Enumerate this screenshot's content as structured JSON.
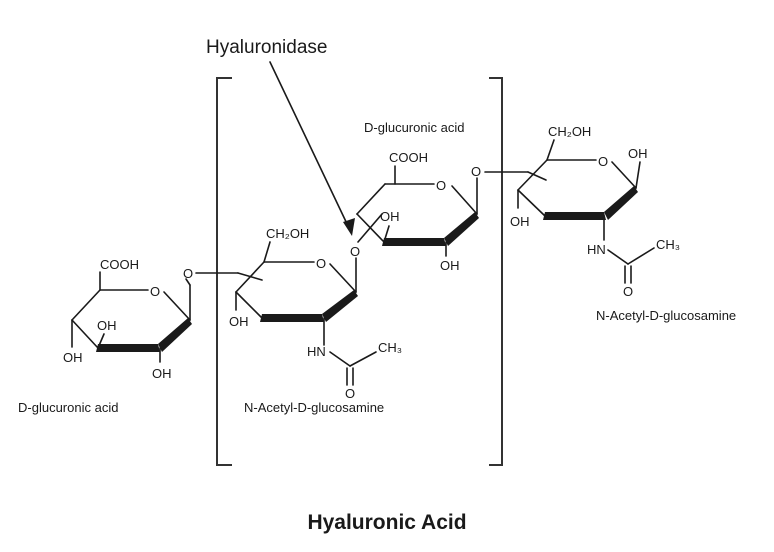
{
  "title": "Hyaluronic Acid",
  "enzyme_label": "Hyaluronidase",
  "units": [
    {
      "name": "D-glucuronic acid",
      "cooh": "COOH",
      "oh_upper": "OH",
      "oh_left": "OH",
      "oh_lower": "OH",
      "ring_o": "O"
    },
    {
      "name": "N-Acetyl-D-glucosamine",
      "ch2oh": "CH₂OH",
      "oh_left": "OH",
      "hn": "HN",
      "ch3": "CH₃",
      "carbonyl_o": "O",
      "ring_o": "O"
    },
    {
      "name": "D-glucuronic acid",
      "cooh": "COOH",
      "oh_upper": "OH",
      "oh_lower": "OH",
      "ring_o": "O"
    },
    {
      "name": "N-Acetyl-D-glucosamine",
      "ch2oh": "CH₂OH",
      "oh_right": "OH",
      "oh_left": "OH",
      "hn": "HN",
      "ch3": "CH₃",
      "carbonyl_o": "O",
      "ring_o": "O"
    }
  ],
  "linkages": [
    {
      "o": "O"
    },
    {
      "o": "O"
    },
    {
      "o": "O"
    }
  ]
}
